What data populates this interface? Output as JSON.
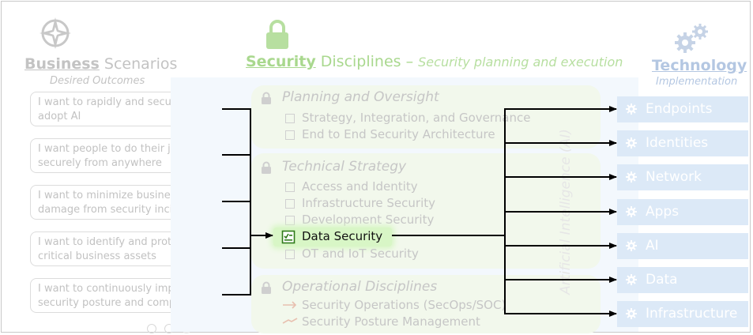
{
  "business": {
    "title_bold": "Business",
    "title_rest": " Scenarios",
    "subtitle": "Desired Outcomes",
    "scenarios": [
      {
        "line1": "I want to rapidly and securely",
        "line2": "adopt AI"
      },
      {
        "line1": "I want people to do their job",
        "line2": "securely from anywhere"
      },
      {
        "line1": "I want to minimize business",
        "line2": "damage from security incidents"
      },
      {
        "line1": "I want to identify and protect",
        "line2": "critical business assets"
      },
      {
        "line1": "I want to continuously improve",
        "line2": "security posture and compliance"
      }
    ]
  },
  "security": {
    "title_bold": "Security",
    "title_rest": " Disciplines",
    "dash": " – ",
    "subtitle": "Security planning and execution",
    "ai_label": "Artificial Intelligence (AI)",
    "sections": [
      {
        "title": "Planning and Oversight",
        "items": [
          "Strategy, Integration, and Governance",
          "End to End Security Architecture"
        ]
      },
      {
        "title": "Technical Strategy",
        "items": [
          "Access and Identity",
          "Infrastructure Security",
          "Development Security",
          "Data Security",
          "OT and IoT Security"
        ]
      },
      {
        "title": "Operational Disciplines",
        "items": [
          "Security Operations (SecOps/SOC)",
          "Security Posture Management"
        ]
      }
    ]
  },
  "technology": {
    "title": "Technology",
    "subtitle": "Implementation",
    "items": [
      "Endpoints",
      "Identities",
      "Network",
      "Apps",
      "AI",
      "Data",
      "Infrastructure"
    ]
  },
  "colors": {
    "highlight": "#d8f6c6",
    "arrow": "#000000",
    "tech_box": "#dce9f7",
    "panel": "#f2f8ec"
  }
}
